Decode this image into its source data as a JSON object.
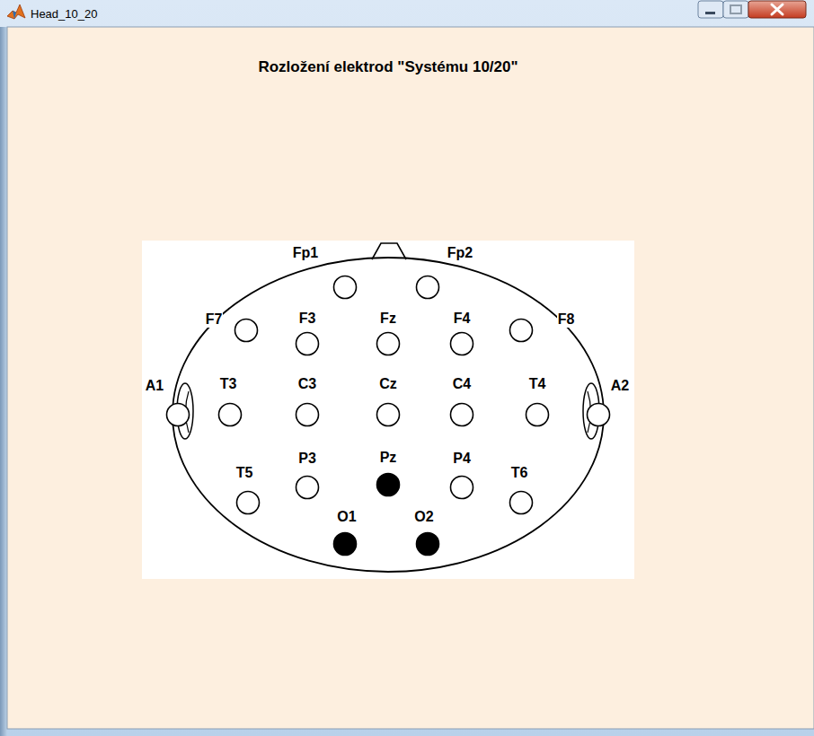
{
  "diagram": {
    "title": "Rozložení elektrod \"Systému 10/20\"",
    "nodes": [
      {
        "text": [
          "Fp1"
        ]
      },
      {
        "text": [
          "Fp2"
        ]
      },
      {
        "text": [
          "F7"
        ]
      },
      {
        "text": [
          "F3"
        ]
      },
      {
        "text": [
          "Fz"
        ]
      },
      {
        "text": [
          "F4"
        ]
      },
      {
        "text": [
          "F8"
        ]
      },
      {
        "text": [
          "A1"
        ]
      },
      {
        "text": [
          "T3"
        ]
      },
      {
        "text": [
          "C3"
        ]
      },
      {
        "text": [
          "Cz"
        ]
      },
      {
        "text": [
          "C4"
        ]
      },
      {
        "text": [
          "T4"
        ]
      },
      {
        "text": [
          "A2"
        ]
      },
      {
        "text": [
          "T5"
        ]
      },
      {
        "text": [
          "P3"
        ]
      },
      {
        "text": [
          "Pz"
        ]
      },
      {
        "text": [
          "P4"
        ]
      },
      {
        "text": [
          "T6"
        ]
      },
      {
        "text": [
          "O1"
        ]
      },
      {
        "text": [
          "O2"
        ]
      }
    ],
    "labels": [
      "Head_10_20"
    ]
  }
}
